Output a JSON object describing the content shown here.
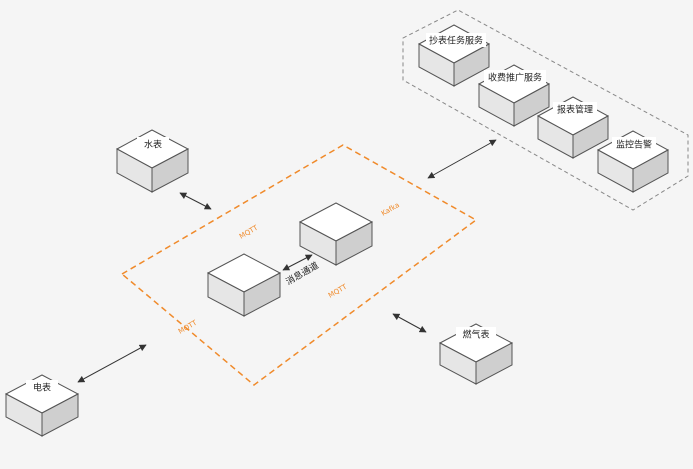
{
  "nodes": {
    "chaobiao_service": "抄表任务服务",
    "fee_service": "收费推广服务",
    "report_mgmt": "报表管理",
    "monitor_alarm": "监控告警",
    "water_meter": "水表",
    "electric_meter": "电表",
    "gas_meter": "燃气表",
    "message_channel": "消息通道"
  },
  "protocols": {
    "mqtt_top": "MQTT",
    "mqtt_mid": "MQTT",
    "mqtt_left": "MQTT",
    "kafka": "Kafka"
  },
  "colors": {
    "accent": "#f08a2a",
    "stroke": "#555555",
    "group_border": "#888888"
  }
}
